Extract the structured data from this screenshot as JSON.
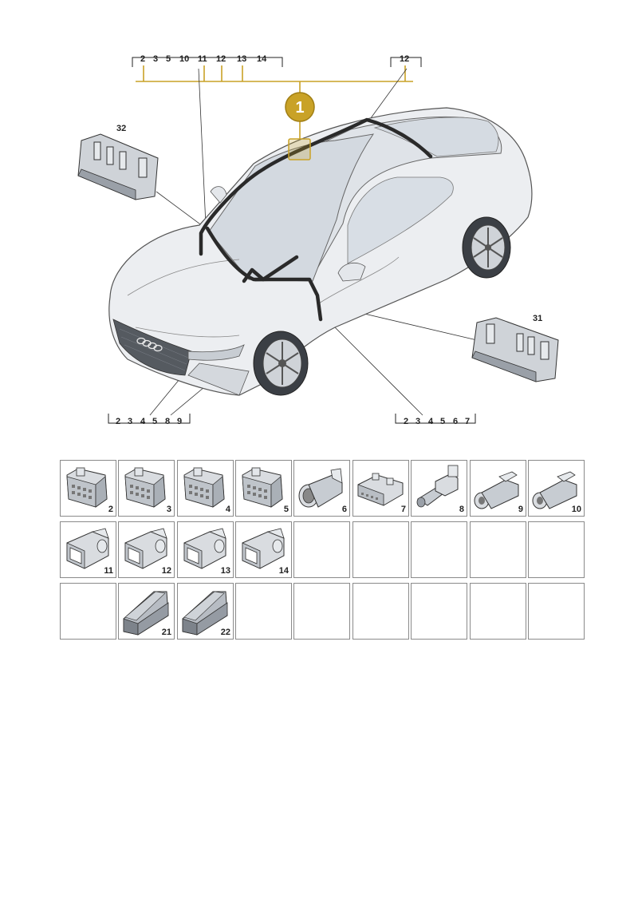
{
  "diagram": {
    "callout_main": "1",
    "label_top_left": [
      "2",
      "3",
      "5",
      "10",
      "11",
      "12",
      "13",
      "14"
    ],
    "label_top_right": [
      "12"
    ],
    "label_bottom_left": [
      "2",
      "3",
      "4",
      "5",
      "8",
      "9"
    ],
    "label_bottom_right": [
      "2",
      "3",
      "4",
      "5",
      "6",
      "7"
    ],
    "label_part_left": "32",
    "label_part_right": "31",
    "accent_color": "#c9a227",
    "seal_color": "#2a2a2a"
  },
  "connectors": [
    {
      "num": "2",
      "icon": "multi-pin-connector-icon"
    },
    {
      "num": "3",
      "icon": "multi-pin-connector-icon"
    },
    {
      "num": "4",
      "icon": "multi-pin-connector-icon"
    },
    {
      "num": "5",
      "icon": "multi-pin-connector-icon"
    },
    {
      "num": "6",
      "icon": "round-plug-connector-icon"
    },
    {
      "num": "7",
      "icon": "flat-connector-icon"
    },
    {
      "num": "8",
      "icon": "coax-connector-icon"
    },
    {
      "num": "9",
      "icon": "coax-connector-icon"
    },
    {
      "num": "10",
      "icon": "coax-connector-icon"
    },
    {
      "num": "11",
      "icon": "housing-connector-icon"
    },
    {
      "num": "12",
      "icon": "housing-connector-icon"
    },
    {
      "num": "13",
      "icon": "housing-connector-icon"
    },
    {
      "num": "14",
      "icon": "housing-connector-icon"
    },
    {
      "num": "21",
      "icon": "bracket-housing-icon"
    },
    {
      "num": "22",
      "icon": "bracket-housing-icon"
    }
  ]
}
